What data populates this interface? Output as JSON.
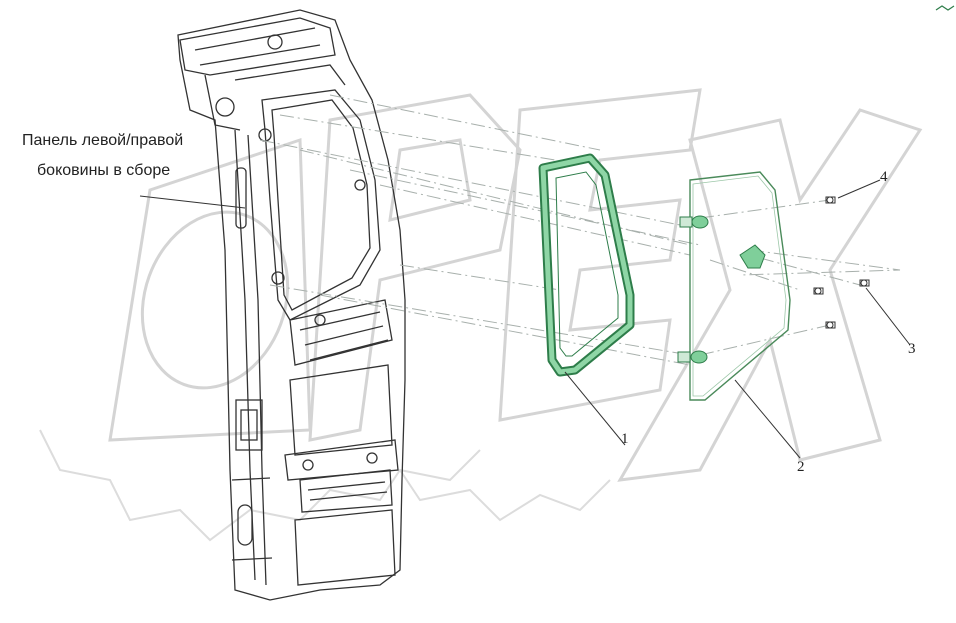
{
  "diagram": {
    "caption_line1": "Панель левой/правой",
    "caption_line2": "боковины в сборе",
    "callouts": [
      {
        "label": "1",
        "part": "window-seal"
      },
      {
        "label": "2",
        "part": "window-glass"
      },
      {
        "label": "3",
        "part": "bolt"
      },
      {
        "label": "4",
        "part": "bolt"
      }
    ]
  },
  "watermark_text": "OPEX",
  "colors": {
    "line": "#3a3a3a",
    "seal_fill": "#7fcf9a",
    "seal_stroke": "#2e7d4a",
    "glass_stroke": "#4a8a5a",
    "watermark": "#d0d0d0",
    "dashdot": "#a8b0ac"
  }
}
